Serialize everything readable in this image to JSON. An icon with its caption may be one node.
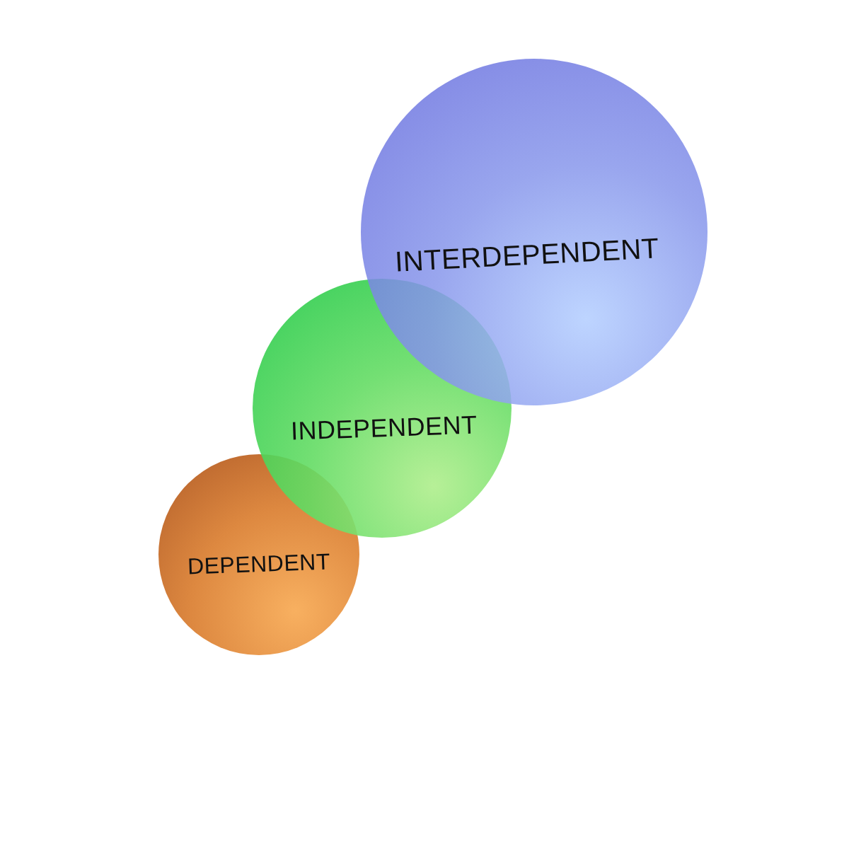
{
  "diagram": {
    "nodes": [
      {
        "text": [
          "INTERDEPENDENT"
        ]
      },
      {
        "text": [
          "INDEPENDENT"
        ]
      },
      {
        "text": [
          "DEPENDENT"
        ]
      }
    ]
  }
}
